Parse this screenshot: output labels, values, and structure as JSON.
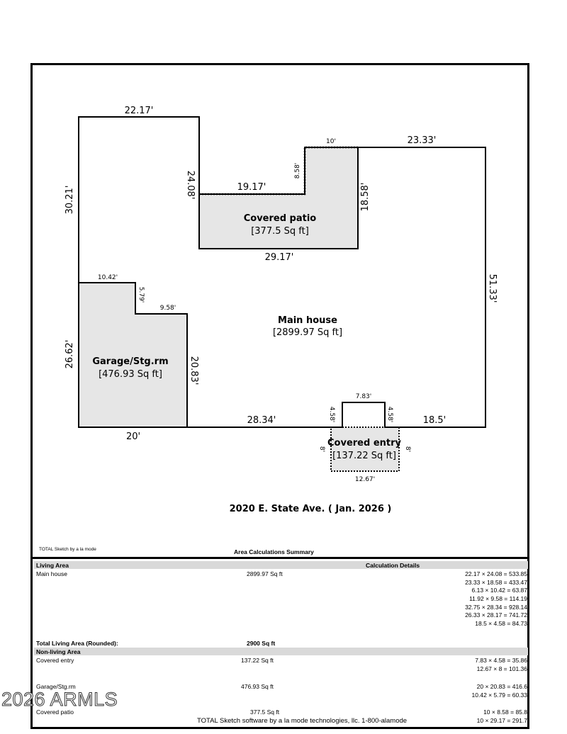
{
  "plan": {
    "address": "2020 E. State Ave. ( Jan. 2026 )",
    "rooms": {
      "main": {
        "name": "Main house",
        "area": "[2899.97 Sq ft]"
      },
      "patio": {
        "name": "Covered patio",
        "area": "[377.5 Sq ft]"
      },
      "garage": {
        "name": "Garage/Stg.rm",
        "area": "[476.93 Sq ft]"
      },
      "entry": {
        "name": "Covered entry",
        "area": "[137.22 Sq ft]"
      }
    },
    "dims": {
      "top_left": "22.17'",
      "left_upper": "30.21'",
      "inner_left": "24.08'",
      "patio_top": "19.17'",
      "patio_step": "8.58'",
      "patio_top_small": "10'",
      "top_right": "23.33'",
      "patio_right": "18.58'",
      "patio_bottom": "29.17'",
      "right": "51.33'",
      "garage_top": "10.42'",
      "garage_step": "5.79'",
      "garage_step_top": "9.58'",
      "left_lower": "26.62'",
      "garage_right": "20.83'",
      "bottom_left": "20'",
      "bottom_mid": "28.34'",
      "entry_top": "7.83'",
      "entry_left_step": "4.58'",
      "entry_right_step": "4.58'",
      "bottom_right": "18.5'",
      "entry_left": "8'",
      "entry_right": "8'",
      "entry_bottom": "12.67'"
    }
  },
  "summary": {
    "small_credit": "TOTAL Sketch by a la mode",
    "title": "Area Calculations Summary",
    "living_area_header": "Living Area",
    "calc_header": "Calculation Details",
    "main_label": "Main house",
    "main_value": "2899.97 Sq ft",
    "main_calcs": [
      "22.17 × 24.08 = 533.85",
      "23.33 × 18.58 = 433.47",
      "6.13 × 10.42 = 63.87",
      "11.92 × 9.58 = 114.19",
      "32.75 × 28.34 = 928.14",
      "26.33 × 28.17 = 741.72",
      "18.5 × 4.58 = 84.73"
    ],
    "total_label": "Total Living Area (Rounded):",
    "total_value": "2900 Sq ft",
    "non_living_header": "Non-living Area",
    "entry_label": "Covered entry",
    "entry_value": "137.22 Sq ft",
    "entry_calcs": [
      "7.83 × 4.58 = 35.86",
      "12.67 × 8 = 101.36"
    ],
    "garage_label": "Garage/Stg.rm",
    "garage_value": "476.93 Sq ft",
    "garage_calcs": [
      "20 × 20.83 = 416.6",
      "10.42 × 5.79 = 60.33"
    ],
    "patio_label": "Covered patio",
    "patio_value": "377.5 Sq ft",
    "patio_calcs": [
      "10 × 8.58 = 85.8",
      "10 × 29.17 = 291.7"
    ]
  },
  "watermark": "2026 ARMLS",
  "footer": "TOTAL Sketch software by a la mode technologies, llc. 1-800-alamode"
}
